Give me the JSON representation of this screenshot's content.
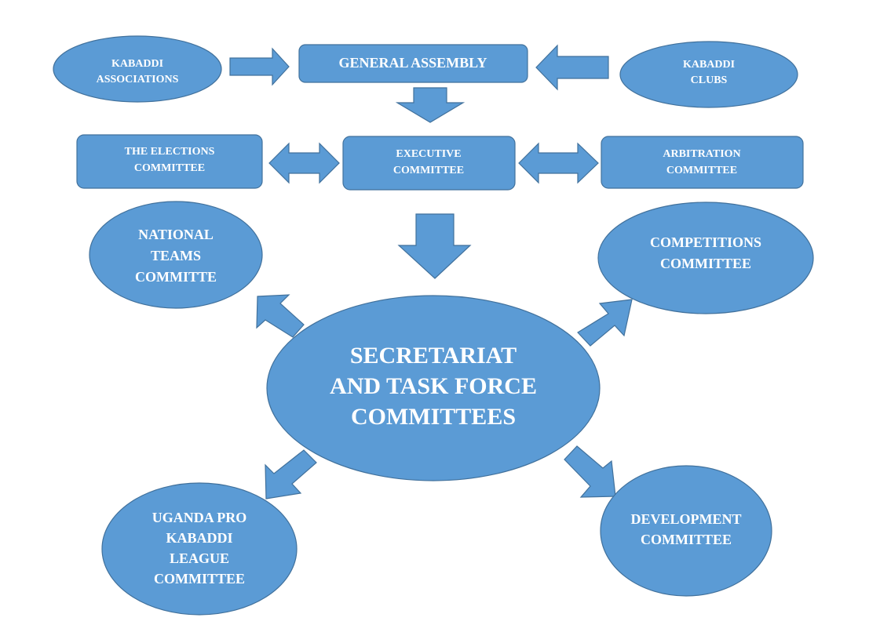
{
  "colors": {
    "fill": "#5B9BD5",
    "stroke": "#41719C",
    "text": "#FFFFFF",
    "background": "#FFFFFF"
  },
  "nodes": {
    "kabaddi_associations": [
      "KABADDI",
      "ASSOCIATIONS"
    ],
    "general_assembly": [
      "GENERAL ASSEMBLY"
    ],
    "kabaddi_clubs": [
      "KABADDI",
      "CLUBS"
    ],
    "elections_committee": [
      "THE ELECTIONS",
      "COMMITTEE"
    ],
    "executive_committee": [
      "EXECUTIVE",
      "COMMITTEE"
    ],
    "arbitration_committee": [
      "ARBITRATION",
      "COMMITTEE"
    ],
    "national_teams_committee": [
      "NATIONAL",
      "TEAMS",
      "COMMITTE"
    ],
    "competitions_committee": [
      "COMPETITIONS",
      "COMMITTEE"
    ],
    "secretariat": [
      "SECRETARIAT",
      "AND TASK FORCE",
      "COMMITTEES"
    ],
    "uganda_pro_kabaddi_league": [
      "UGANDA PRO",
      "KABADDI",
      "LEAGUE",
      "COMMITTEE"
    ],
    "development_committee": [
      "DEVELOPMENT",
      "COMMITTEE"
    ]
  },
  "edges": [
    {
      "from": "kabaddi_associations",
      "to": "general_assembly",
      "type": "arrow"
    },
    {
      "from": "kabaddi_clubs",
      "to": "general_assembly",
      "type": "arrow"
    },
    {
      "from": "general_assembly",
      "to": "executive_committee",
      "type": "arrow"
    },
    {
      "from": "elections_committee",
      "to": "executive_committee",
      "type": "double-arrow"
    },
    {
      "from": "executive_committee",
      "to": "arbitration_committee",
      "type": "double-arrow"
    },
    {
      "from": "executive_committee",
      "to": "secretariat",
      "type": "arrow"
    },
    {
      "from": "secretariat",
      "to": "national_teams_committee",
      "type": "arrow"
    },
    {
      "from": "secretariat",
      "to": "competitions_committee",
      "type": "arrow"
    },
    {
      "from": "secretariat",
      "to": "uganda_pro_kabaddi_league",
      "type": "arrow"
    },
    {
      "from": "secretariat",
      "to": "development_committee",
      "type": "arrow"
    }
  ]
}
